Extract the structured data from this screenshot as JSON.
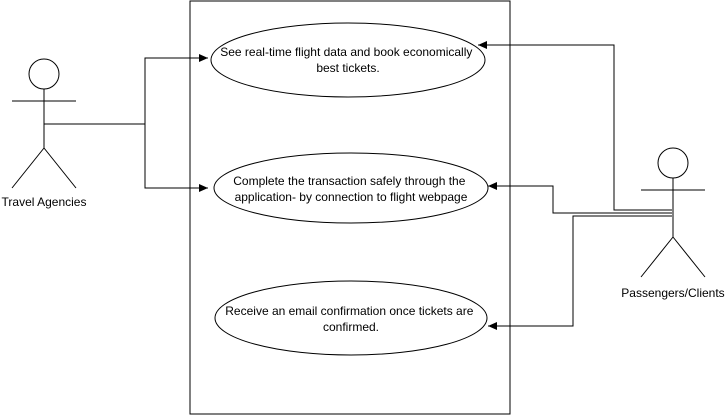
{
  "actors": [
    {
      "id": "travel",
      "label": "Travel Agencies"
    },
    {
      "id": "passengers",
      "label": "Passengers/Clients"
    }
  ],
  "use_cases": [
    {
      "id": "uc1",
      "lines": [
        "See real-time flight data and book economically",
        "best tickets."
      ]
    },
    {
      "id": "uc2",
      "lines": [
        "Complete the transaction safely through the",
        "application- by connection to flight webpage"
      ]
    },
    {
      "id": "uc3",
      "lines": [
        "Receive an email confirmation once tickets are",
        "confirmed."
      ]
    }
  ],
  "colors": {
    "stroke": "#000000",
    "fill": "#ffffff"
  }
}
